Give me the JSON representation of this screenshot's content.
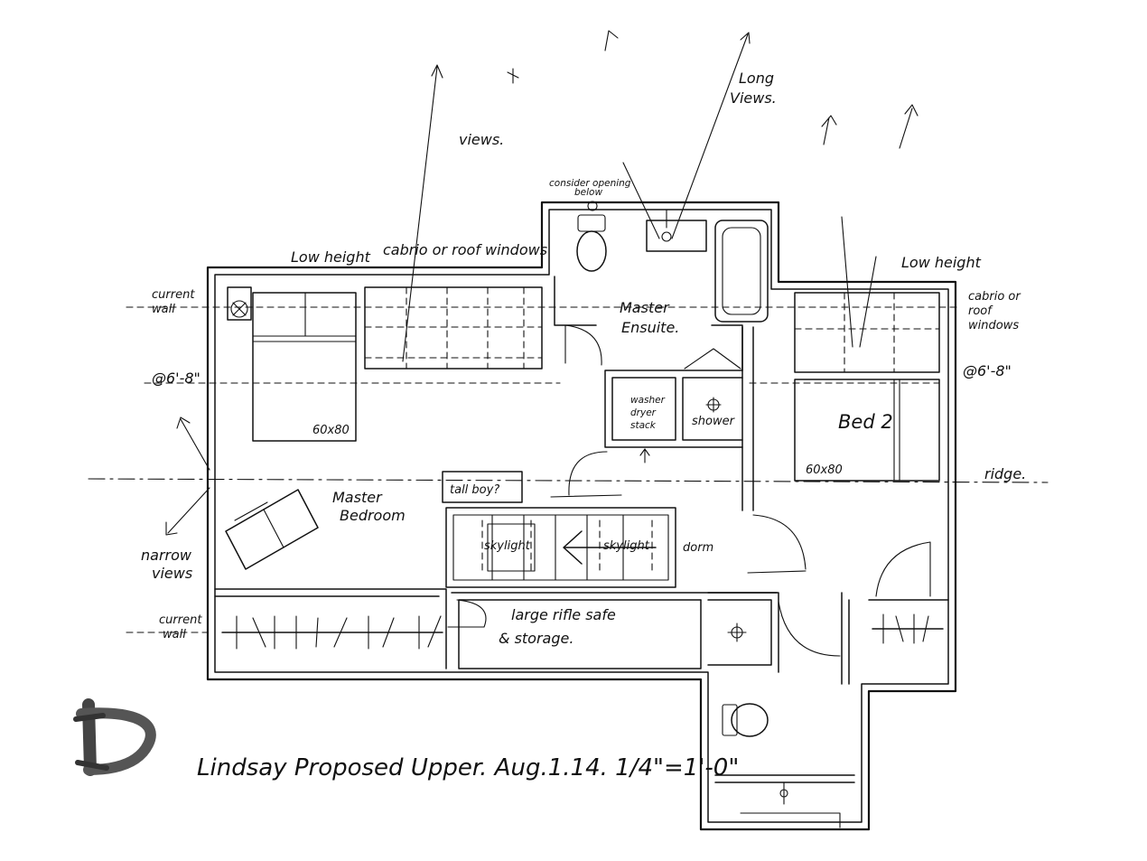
{
  "labels": {
    "views_top": "views.",
    "long_views": "Long\nViews.",
    "consider_opening": "consider opening\nbelow",
    "low_height_left": "Low height",
    "cabrio_left": "cabrio or roof windows",
    "low_height_right": "Low height",
    "cabrio_right": "cabrio or\nroof\nwindows",
    "current_wall_top": "current\nwall",
    "current_wall_bottom": "current\nwall",
    "height_left": "@6'-8\"",
    "height_right": "@6'-8\"",
    "bed_left_size": "60x80",
    "bed_right_size": "60x80",
    "master_ensuite": "Master\nEnsuite.",
    "washer_dryer": "washer\ndryer\nstack",
    "shower": "shower",
    "bed2": "Bed 2",
    "ridge": "ridge.",
    "master_bedroom": "Master\nBedroom",
    "tall_boy": "tall boy?",
    "skylight_1": "skylight",
    "skylight_2": "skylight",
    "dormer": "dorm",
    "narrow_views": "narrow\nviews",
    "rifle_safe": "large rifle safe\n& storage.",
    "title": "Lindsay Proposed Upper. Aug.1.14. 1/4\"=1'-0\"",
    "logo_letter": "D"
  }
}
